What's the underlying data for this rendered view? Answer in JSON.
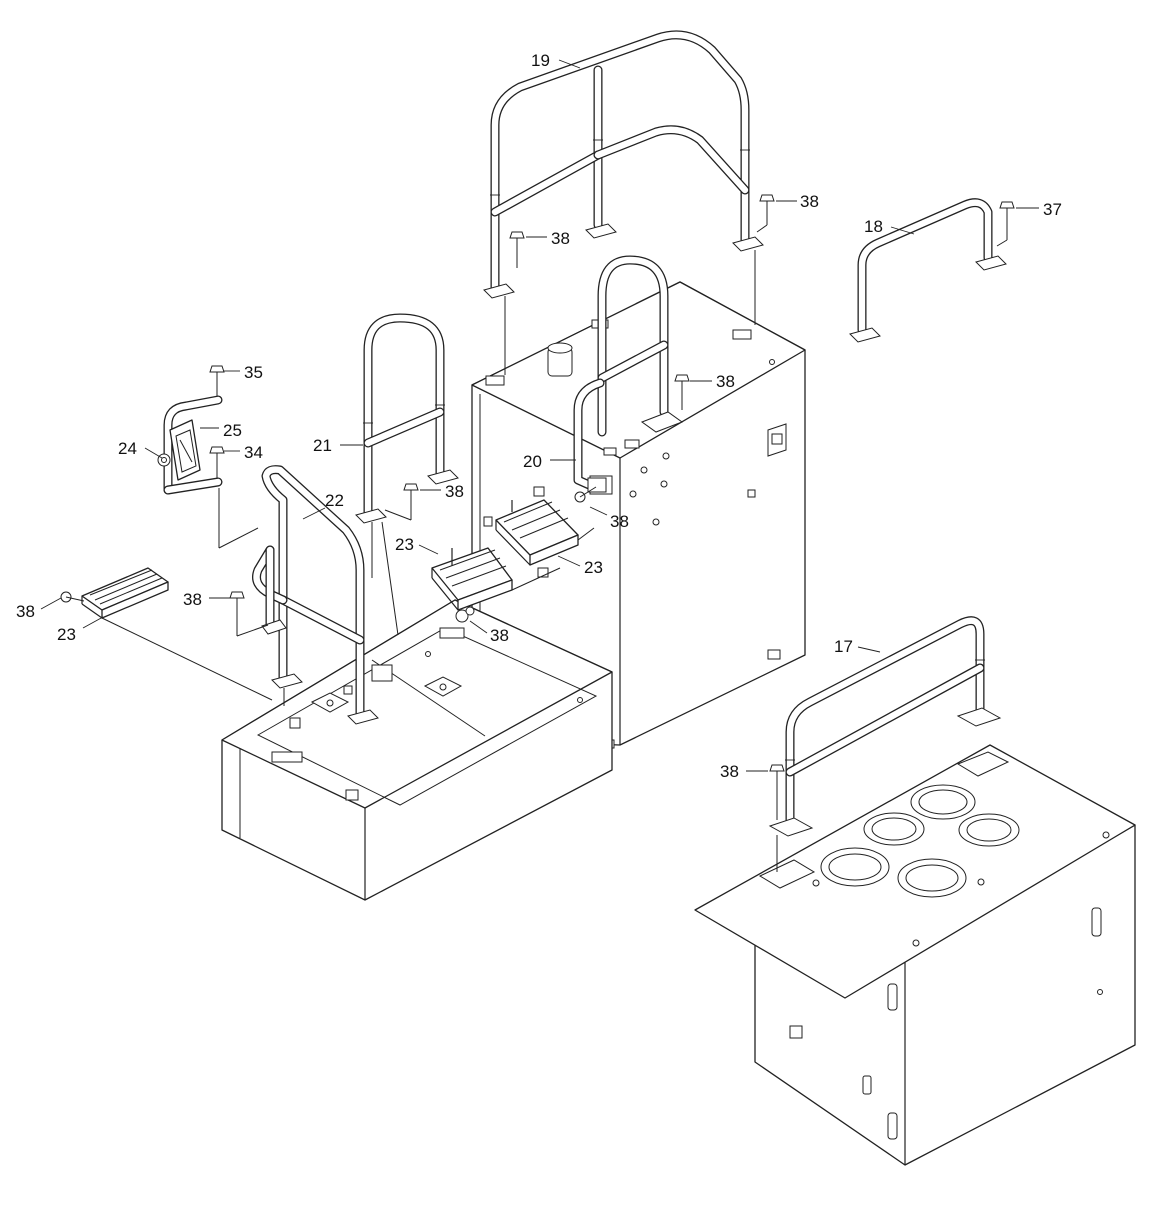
{
  "callouts": [
    {
      "id": "c19",
      "text": "19"
    },
    {
      "id": "c18",
      "text": "18"
    },
    {
      "id": "c37",
      "text": "37"
    },
    {
      "id": "c38a",
      "text": "38"
    },
    {
      "id": "c38b",
      "text": "38"
    },
    {
      "id": "c38c",
      "text": "38"
    },
    {
      "id": "c38d",
      "text": "38"
    },
    {
      "id": "c38e",
      "text": "38"
    },
    {
      "id": "c38f",
      "text": "38"
    },
    {
      "id": "c38g",
      "text": "38"
    },
    {
      "id": "c38h",
      "text": "38"
    },
    {
      "id": "c38i",
      "text": "38"
    },
    {
      "id": "c35",
      "text": "35"
    },
    {
      "id": "c25",
      "text": "25"
    },
    {
      "id": "c24",
      "text": "24"
    },
    {
      "id": "c34",
      "text": "34"
    },
    {
      "id": "c21",
      "text": "21"
    },
    {
      "id": "c20",
      "text": "20"
    },
    {
      "id": "c22",
      "text": "22"
    },
    {
      "id": "c23a",
      "text": "23"
    },
    {
      "id": "c23b",
      "text": "23"
    },
    {
      "id": "c23c",
      "text": "23"
    },
    {
      "id": "c17",
      "text": "17"
    }
  ]
}
